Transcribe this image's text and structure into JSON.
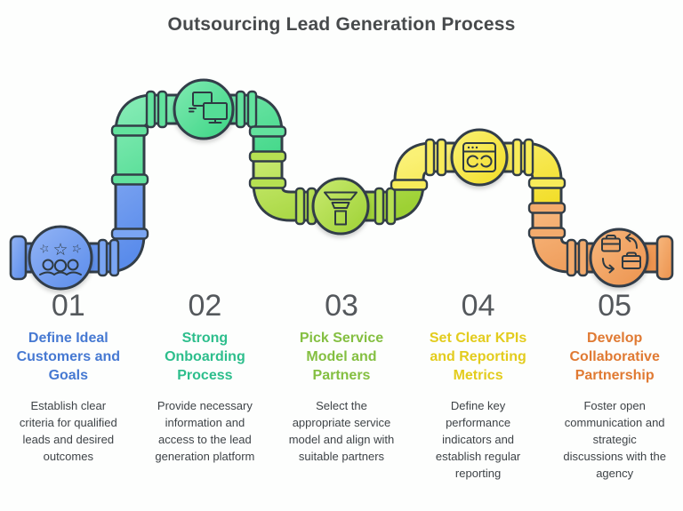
{
  "title": "Outsourcing Lead Generation Process",
  "diagram": {
    "style": "pipeline-pipes",
    "outline_color": "#333e48",
    "background_color": "#fdfefd"
  },
  "steps": [
    {
      "number": "01",
      "title": "Define Ideal\nCustomers and\nGoals",
      "description": "Establish clear\ncriteria for qualified\nleads and desired\noutcomes",
      "title_color": "#4679d2",
      "pipe_color": "#6598ec",
      "icon": "customers-stars-icon"
    },
    {
      "number": "02",
      "title": "Strong\nOnboarding\nProcess",
      "description": "Provide necessary\ninformation and\naccess to the lead\ngeneration platform",
      "title_color": "#2dbe8c",
      "pipe_color": "#4cdd92",
      "icon": "computer-monitors-icon"
    },
    {
      "number": "03",
      "title": "Pick Service\nModel and\nPartners",
      "description": "Select the\nappropriate service\nmodel and align with\nsuitable partners",
      "title_color": "#84bf41",
      "pipe_color": "#a6d938",
      "icon": "funnel-icon"
    },
    {
      "number": "04",
      "title": "Set Clear KPIs\nand Reporting\nMetrics",
      "description": "Define key\nperformance\nindicators and\nestablish regular\nreporting",
      "title_color": "#e3cc1d",
      "pipe_color": "#f5e331",
      "icon": "browser-sync-icon"
    },
    {
      "number": "05",
      "title": "Develop\nCollaborative\nPartnership",
      "description": "Foster open\ncommunication and\nstrategic\ndiscussions with the\nagency",
      "title_color": "#e07a33",
      "pipe_color": "#f09e5e",
      "icon": "briefcase-exchange-icon"
    }
  ]
}
